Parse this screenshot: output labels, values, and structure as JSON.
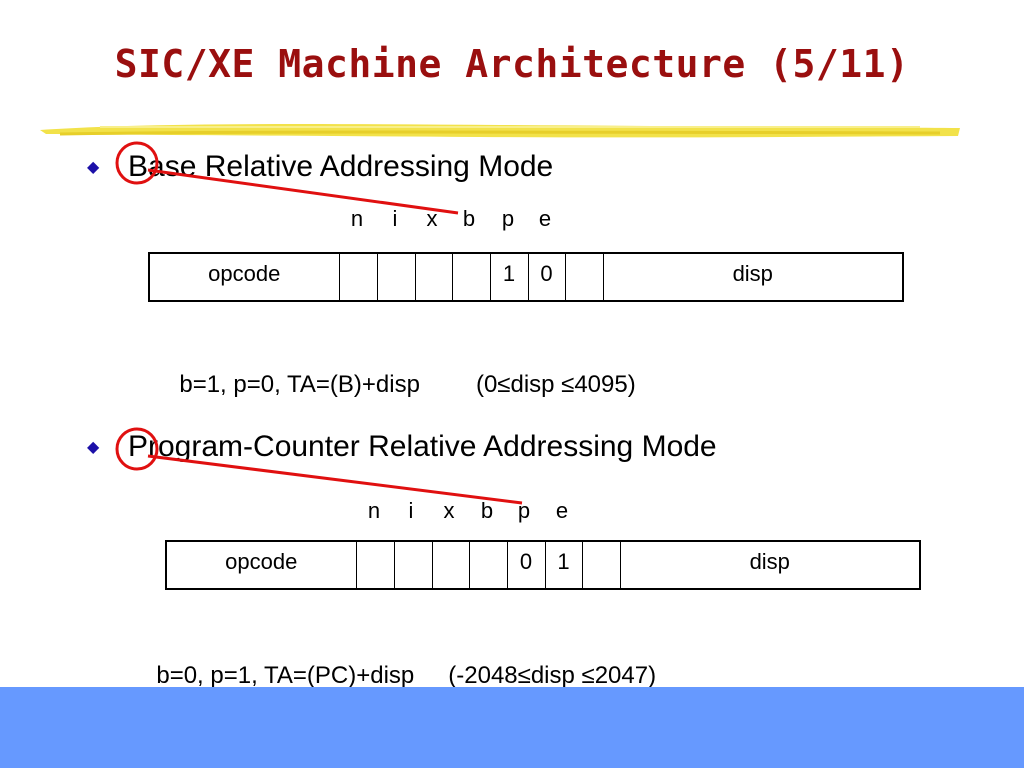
{
  "slide": {
    "title": "SIC/XE Machine Architecture (5/11)"
  },
  "sections": [
    {
      "heading": "Base Relative Addressing Mode",
      "flags": [
        "n",
        "i",
        "x",
        "b",
        "p",
        "e"
      ],
      "cells": [
        "opcode",
        "",
        "",
        "",
        "",
        "1",
        "0",
        "",
        "disp"
      ],
      "formula": "b=1, p=0, TA=(B)+disp",
      "range": "(0≤disp ≤4095)"
    },
    {
      "heading": "Program-Counter Relative Addressing Mode",
      "flags": [
        "n",
        "i",
        "x",
        "b",
        "p",
        "e"
      ],
      "cells": [
        "opcode",
        "",
        "",
        "",
        "",
        "0",
        "1",
        "",
        "disp"
      ],
      "formula": "b=0, p=1, TA=(PC)+disp",
      "range": "(-2048≤disp ≤2047)"
    }
  ],
  "colors": {
    "title": "#9a0f0f",
    "bullet": "#1c10a8",
    "annotation": "#e01010",
    "footer": "#6699ff",
    "brush": "#f2e24a"
  }
}
